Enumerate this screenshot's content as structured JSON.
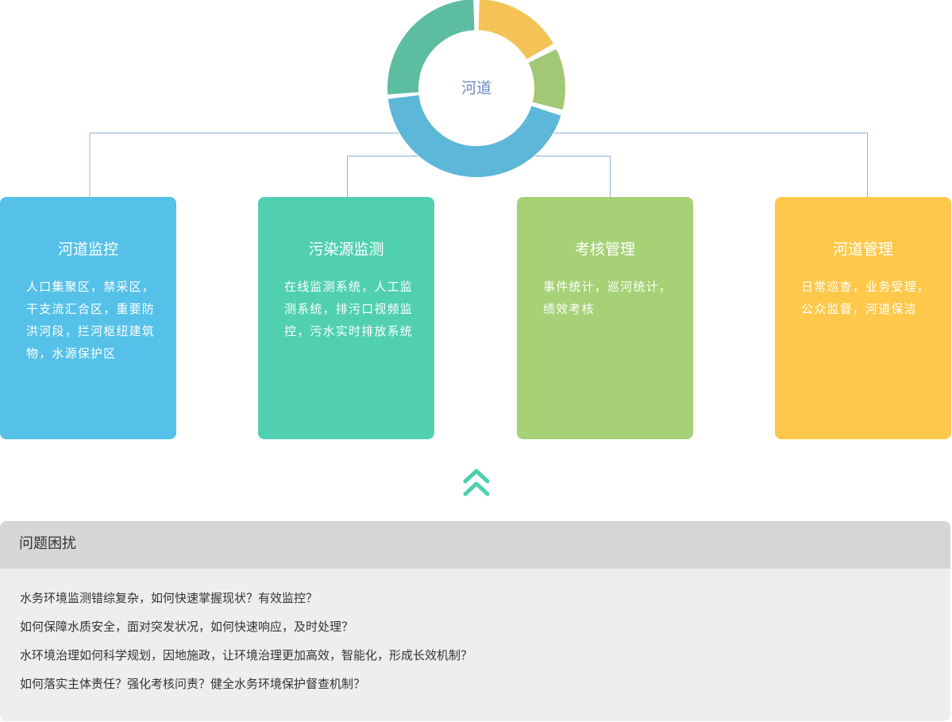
{
  "donut": {
    "center_label": "河道",
    "segments": [
      {
        "name": "yellow",
        "color": "#f4c255",
        "start_deg": 2,
        "end_deg": 60
      },
      {
        "name": "green",
        "color": "#a2c875",
        "start_deg": 64,
        "end_deg": 104
      },
      {
        "name": "blue",
        "color": "#5cb7d8",
        "start_deg": 108,
        "end_deg": 263
      },
      {
        "name": "teal",
        "color": "#5dbda1",
        "start_deg": 266,
        "end_deg": 358
      }
    ]
  },
  "connector_color": "#8fb0d8",
  "cards": [
    {
      "title": "河道监控",
      "body": "人口集聚区，禁采区，干支流汇合区，重要防洪河段，拦河枢纽建筑物，水源保护区",
      "color": "#55c1e8"
    },
    {
      "title": "污染源监测",
      "body": "在线监测系统，人工监测系统，排污口视频监控，污水实时排放系统",
      "color": "#50d0b0"
    },
    {
      "title": "考核管理",
      "body": "事件统计，巡河统计，绩效考核",
      "color": "#a6d177"
    },
    {
      "title": "河道管理",
      "body": "日常巡查，业务受理，公众监督，河道保洁",
      "color": "#fec84a"
    }
  ],
  "arrow_color": "#4fcfae",
  "problems": {
    "title": "问题困扰",
    "items": [
      "水务环境监测错综复杂，如何快速掌握现状？有效监控？",
      "如何保障水质安全，面对突发状况，如何快速响应，及时处理？",
      "水环境治理如何科学规划，因地施政，让环境治理更加高效，智能化，形成长效机制？",
      "如何落实主体责任？强化考核问责？健全水务环境保护督查机制？"
    ]
  }
}
